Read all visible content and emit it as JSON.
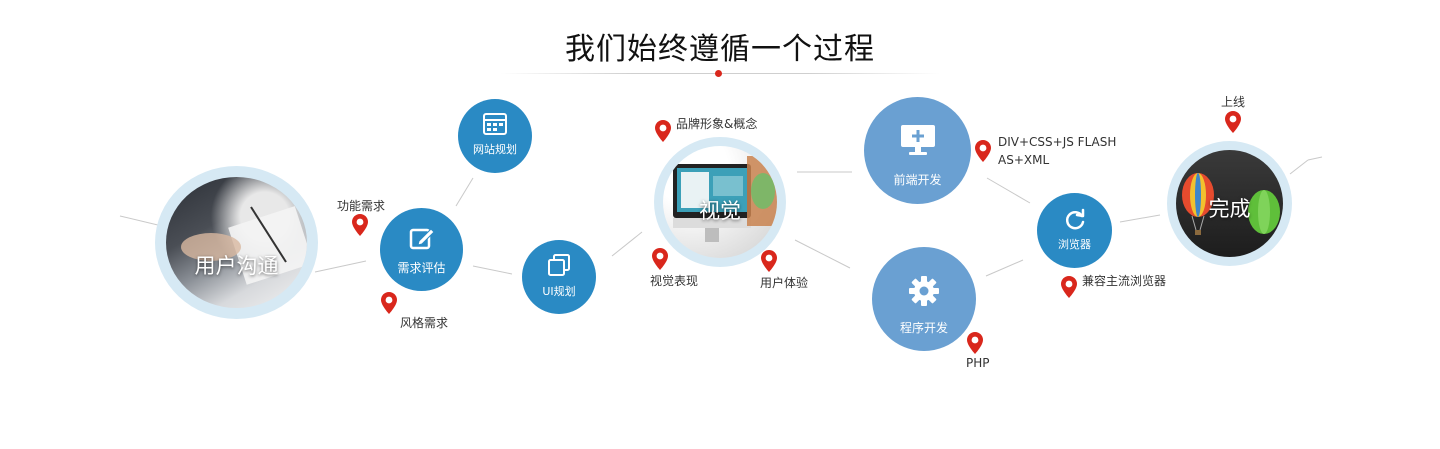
{
  "title": "我们始终遵循一个过程",
  "colors": {
    "accent_red": "#d9271c",
    "node_blue": "#2a8ac4",
    "node_mid_blue": "#6aa0d2",
    "ring": "#d6e9f4"
  },
  "stages": {
    "user_communication": "用户沟通",
    "requirement_eval": "需求评估",
    "site_planning": "网站规划",
    "ui_planning": "UI规划",
    "visual": "视觉",
    "frontend_dev": "前端开发",
    "program_dev": "程序开发",
    "browser": "浏览器",
    "complete": "完成"
  },
  "notes": {
    "function_req": "功能需求",
    "style_req": "风格需求",
    "brand_image": "品牌形象&概念",
    "visual_expression": "视觉表现",
    "user_experience": "用户体验",
    "frontend_tech_1": "DIV+CSS+JS FLASH",
    "frontend_tech_2": "AS+XML",
    "php": "PHP",
    "compat": "兼容主流浏览器",
    "launch": "上线"
  },
  "icons": {
    "requirement_eval": "edit-icon",
    "site_planning": "browser-window-icon",
    "ui_planning": "copy-icon",
    "frontend_dev": "monitor-plus-icon",
    "program_dev": "gear-icon",
    "browser": "refresh-icon",
    "pin": "location-pin-icon"
  }
}
